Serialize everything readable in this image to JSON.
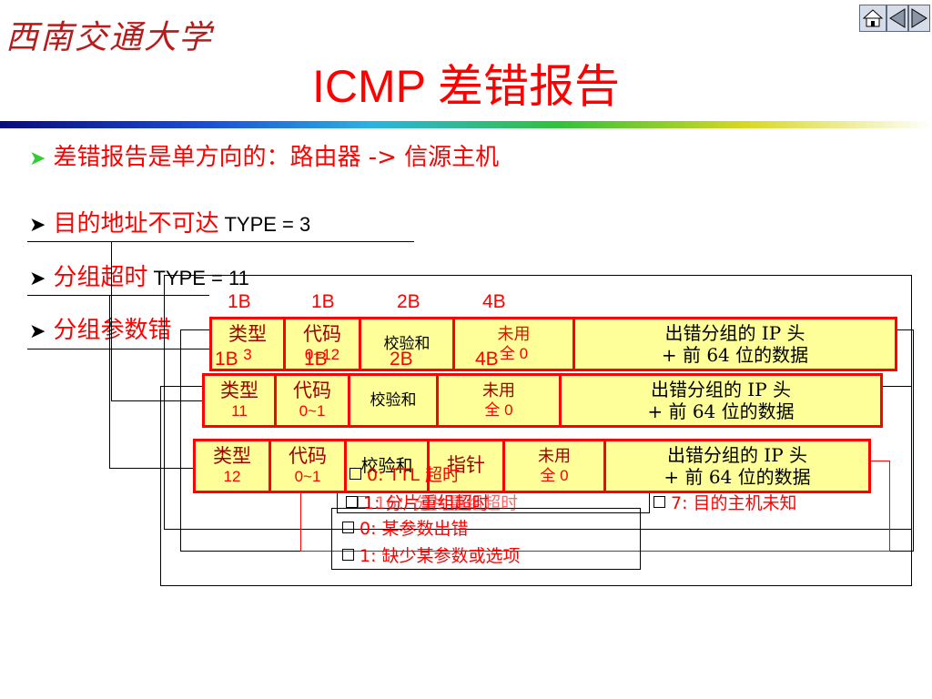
{
  "header": {
    "logo_text": "西南交通大学",
    "nav": [
      "home-icon",
      "prev-icon",
      "next-icon"
    ]
  },
  "title": "ICMP 差错报告",
  "bullets": [
    {
      "text": "差错报告是单方向的：路由器 -> 信源主机",
      "type": ""
    },
    {
      "text": "目的地址不可达",
      "type": "TYPE = 3"
    },
    {
      "text": "分组超时",
      "type": "TYPE = 11"
    },
    {
      "text": "分组参数错",
      "type": ""
    }
  ],
  "sizes": [
    "1B",
    "1B",
    "2B",
    "4B"
  ],
  "sizes_back": [
    "1B",
    "1B",
    "2B",
    "4B"
  ],
  "packet3": {
    "type_label": "类型",
    "type_val": "3",
    "code_label": "代码",
    "code_val": "0~12",
    "checksum": "校验和",
    "unused_label": "未用",
    "unused_val": "全 0",
    "data1": "出错分组的 IP 头",
    "data2": "+ 前 64 位的数据"
  },
  "packet11": {
    "type_label": "类型",
    "type_val": "11",
    "code_label": "代码",
    "code_val": "0~1",
    "checksum": "校验和",
    "unused_label": "未用",
    "unused_val": "全 0",
    "data1": "出错分组的 IP 头",
    "data2": "+ 前 64 位的数据"
  },
  "packet12": {
    "type_label": "类型",
    "type_val": "12",
    "code_label": "代码",
    "code_val": "0~1",
    "checksum": "校验和",
    "pointer": "指针",
    "unused_label": "未用",
    "unused_val": "全 0",
    "data1": "出错分组的 IP 头",
    "data2": "+ 前 64 位的数据"
  },
  "notes": {
    "time_exceeded": [
      "0: TTL 超时",
      "1: 分片重组超时"
    ],
    "unreachable_overlap": "16：分片重组超时",
    "unreachable_right": "7: 目的主机未知",
    "param": [
      "0: 某参数出错",
      "1: 缺少某参数或选项"
    ]
  }
}
